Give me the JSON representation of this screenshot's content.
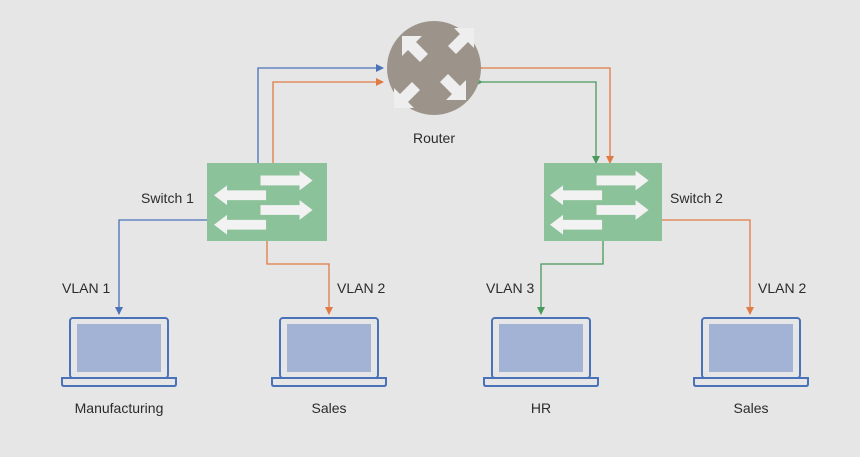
{
  "router": {
    "label": "Router"
  },
  "switches": [
    {
      "label": "Switch 1"
    },
    {
      "label": "Switch 2"
    }
  ],
  "vlan_labels": [
    "VLAN 1",
    "VLAN 2",
    "VLAN 3",
    "VLAN 2"
  ],
  "devices": [
    {
      "label": "Manufacturing",
      "vlan": "VLAN 1"
    },
    {
      "label": "Sales",
      "vlan": "VLAN 2"
    },
    {
      "label": "HR",
      "vlan": "VLAN 3"
    },
    {
      "label": "Sales",
      "vlan": "VLAN 2"
    }
  ],
  "colors": {
    "background": "#e6e6e6",
    "vlan1": "#4a72b8",
    "vlan2": "#e07b45",
    "vlan3": "#4a9a5c",
    "router_fill": "#9c948a",
    "switch_fill": "#8cc29a",
    "laptop_screen": "#a3b3d6",
    "laptop_outline": "#4a72b8"
  }
}
